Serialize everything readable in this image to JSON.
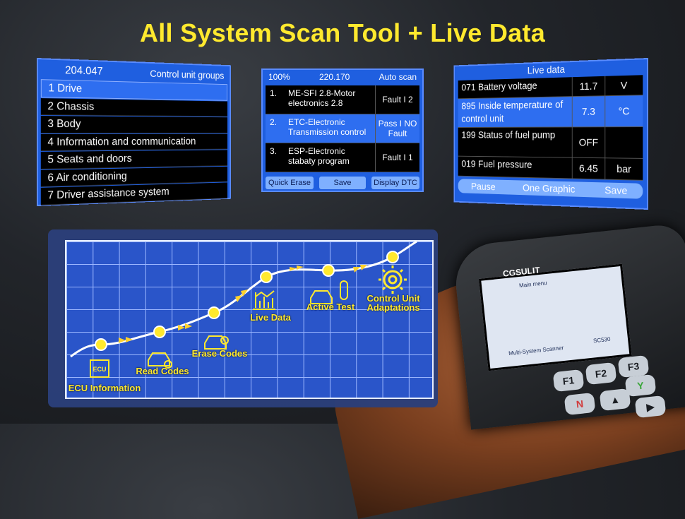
{
  "headline": "All System Scan Tool + Live Data",
  "panel_groups": {
    "code": "204.047",
    "title": "Control unit groups",
    "items": [
      "1 Drive",
      "2 Chassis",
      "3 Body",
      "4 Information and communication",
      "5 Seats and doors",
      "6 Air conditioning",
      "7 Driver assistance system"
    ]
  },
  "panel_scan": {
    "pct": "100%",
    "code": "220.170",
    "title": "Auto scan",
    "rows": [
      {
        "n": "1.",
        "name": "ME-SFI 2.8-Motor electronics 2.8",
        "status": "Fault I 2"
      },
      {
        "n": "2.",
        "name": "ETC-Electronic Transmission control",
        "status": "Pass I NO Fault"
      },
      {
        "n": "3.",
        "name": "ESP-Electronic stabaty program",
        "status": "Fault I 1"
      }
    ],
    "buttons": [
      "Quick Erase",
      "Save",
      "Display DTC"
    ]
  },
  "panel_live": {
    "title": "Live data",
    "rows": [
      {
        "label": "071  Battery voltage",
        "value": "11.7",
        "unit": "V"
      },
      {
        "label": "895  Inside temperature of control unit",
        "value": "7.3",
        "unit": "°C"
      },
      {
        "label": "199   Status of fuel pump",
        "value": "OFF",
        "unit": ""
      },
      {
        "label": "019   Fuel pressure",
        "value": "6.45",
        "unit": "bar"
      }
    ],
    "buttons": [
      "Pause",
      "One Graphic",
      "Save"
    ]
  },
  "features": [
    "ECU Information",
    "Read Codes",
    "Erase Codes",
    "Live Data",
    "Active Test",
    "Control Unit Adaptations"
  ],
  "icons": {
    "ecu": "ECU",
    "erase": "P/C"
  },
  "device": {
    "brand": "CGSULIT",
    "menu_title": "Main menu",
    "subtitle": "Multi-System Scanner",
    "model": "SC530",
    "keys": [
      "F1",
      "F2",
      "F3",
      "Y",
      "N"
    ]
  },
  "colors": {
    "accent_yellow": "#ffe92e",
    "screen_blue": "#1f5fe0",
    "chart_blue": "#2a55c9"
  }
}
